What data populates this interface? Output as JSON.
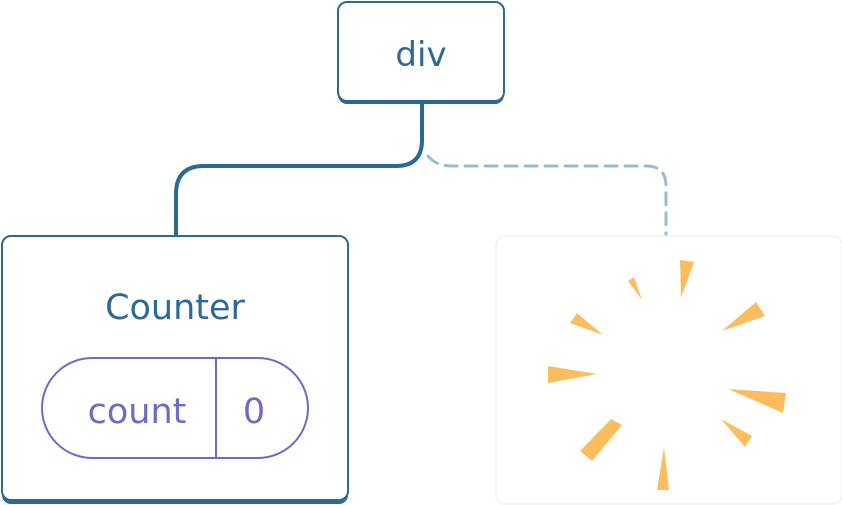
{
  "diagram": {
    "root_node": {
      "label": "div"
    },
    "child_node": {
      "label": "Counter"
    },
    "state_pill": {
      "name": "count",
      "value": "0"
    },
    "colors": {
      "node_stroke": "#2c6a93",
      "node_text": "#2c6a93",
      "node_shadow": "#2c6a93",
      "dashed_connector": "#97bdd6",
      "pill_stroke": "#6b6bc8",
      "pill_text": "#6b6bc8",
      "burst": "#fbbd5e",
      "ghost_box_stroke": "#f1f1f1"
    },
    "icons": {
      "burst": "sparkle-burst-icon"
    }
  }
}
